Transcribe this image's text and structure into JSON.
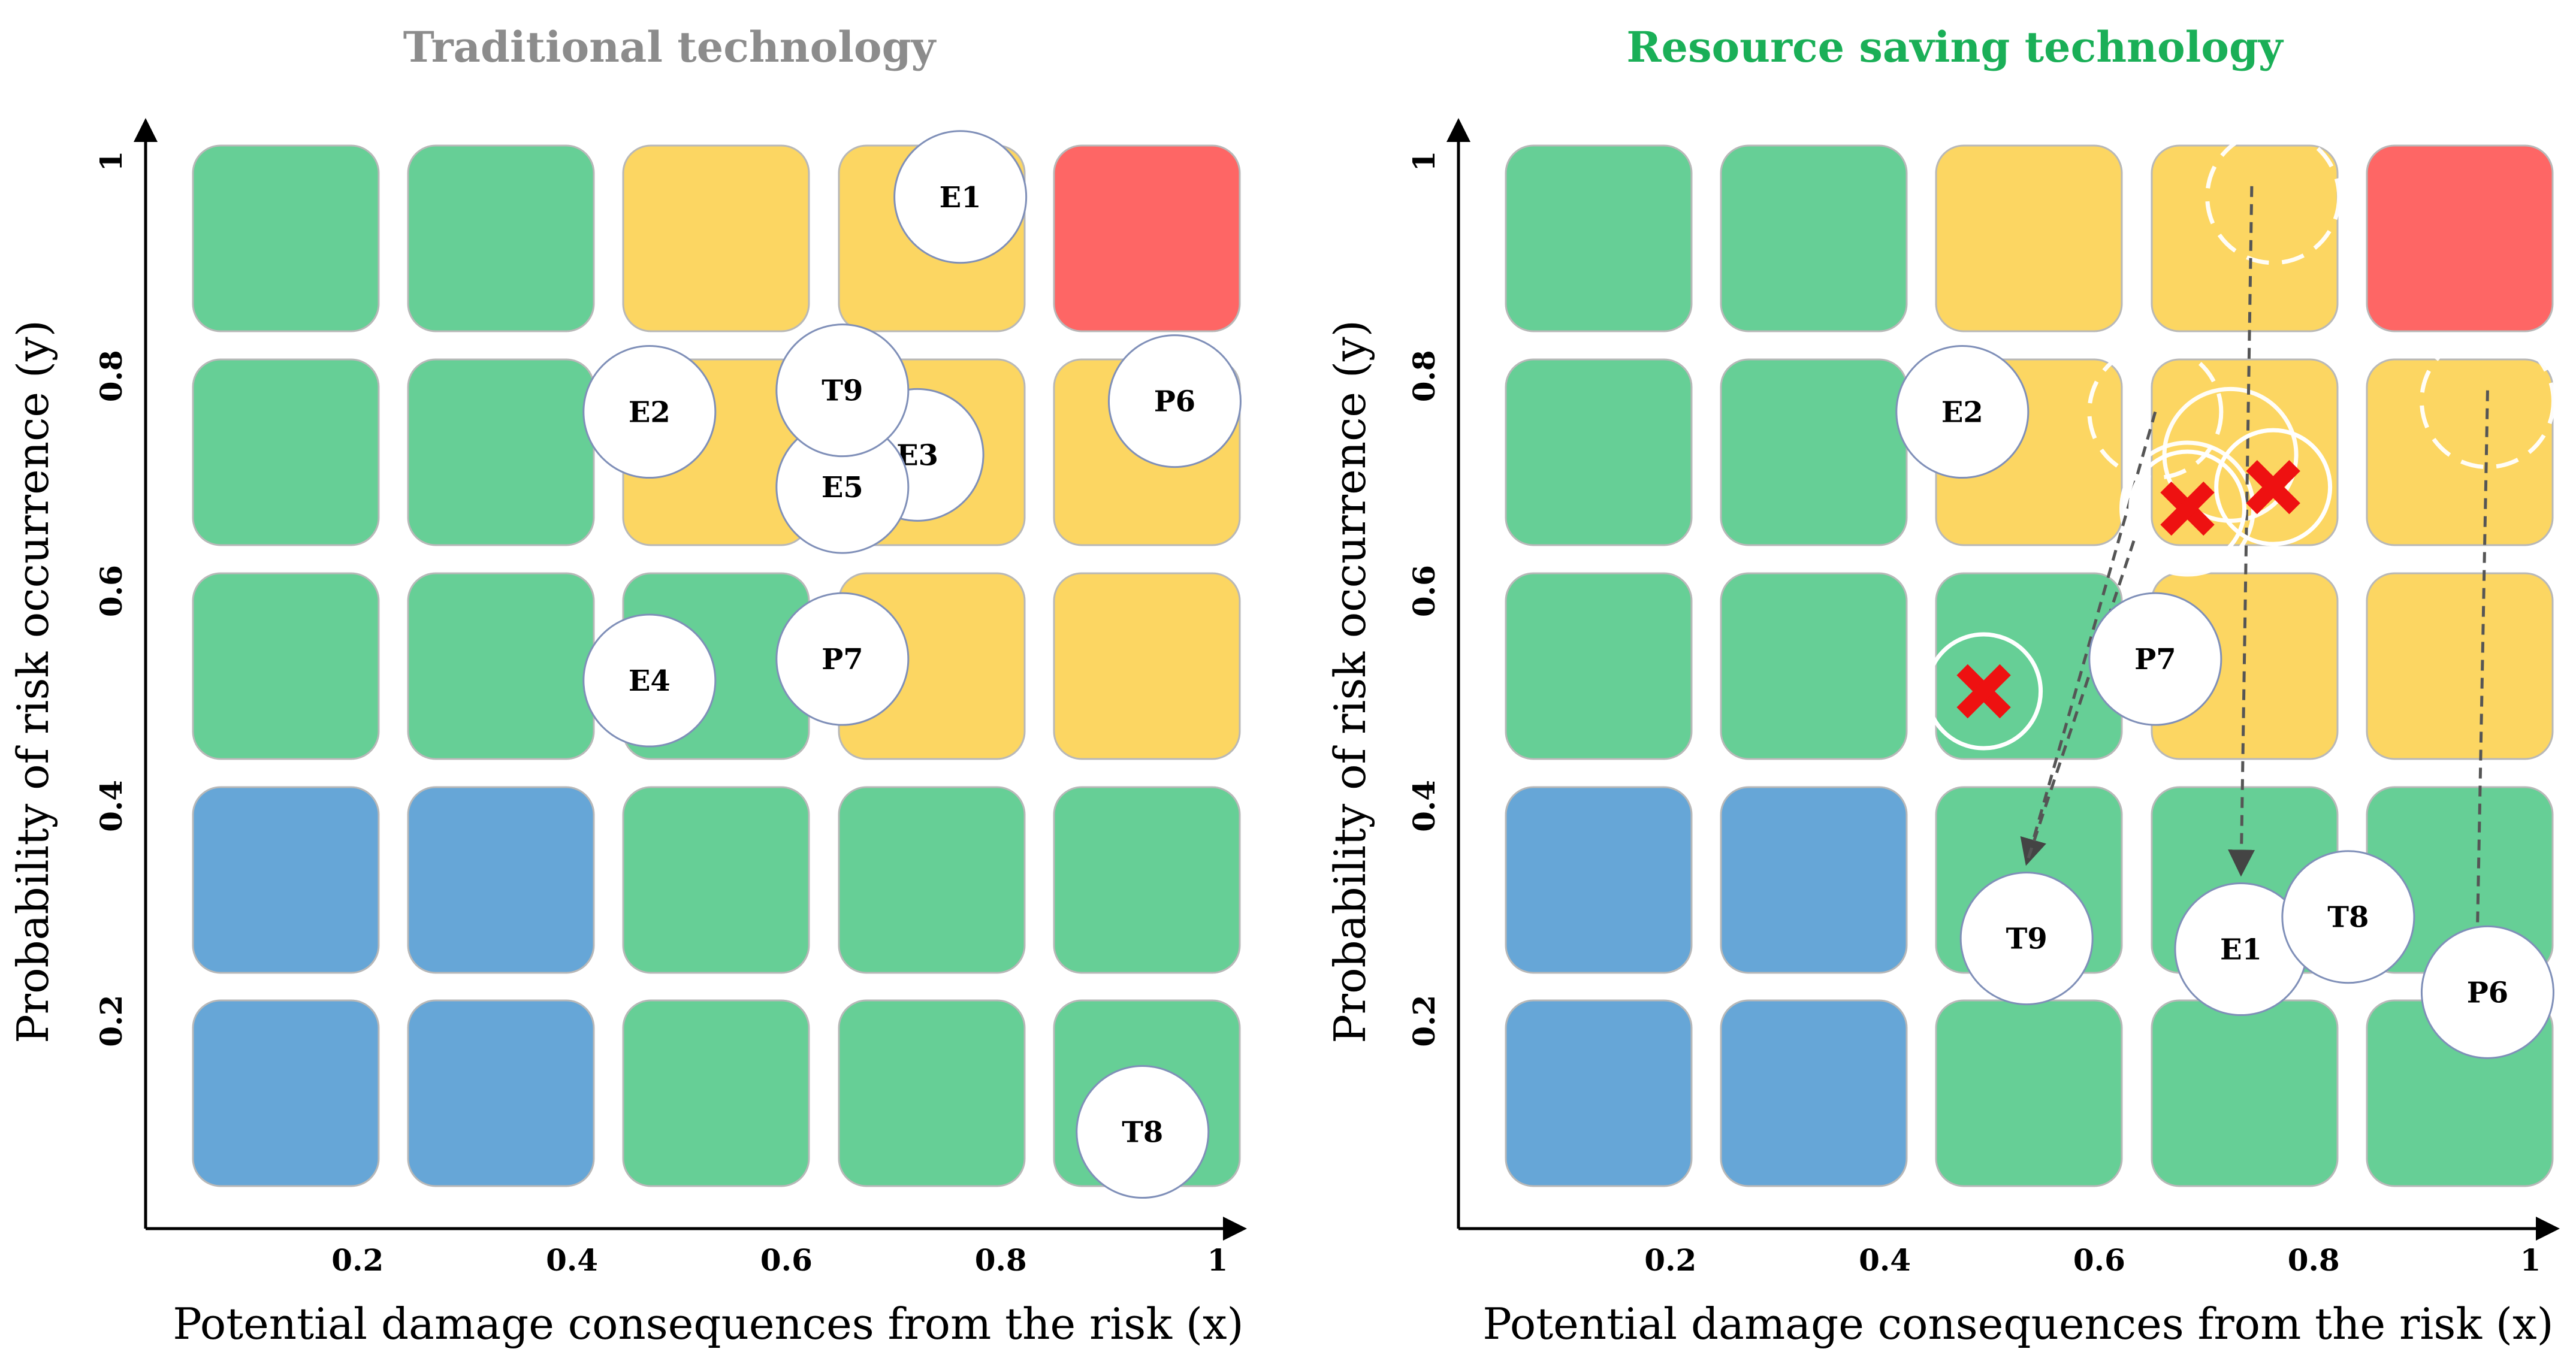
{
  "colors": {
    "green": "#66CF96",
    "yellow": "#FCD662",
    "red": "#FE6665",
    "blue": "#66A6D7",
    "cell_border": "#b8b8b8",
    "axis": "#000000",
    "title_traditional": "#8c8c8c",
    "title_resource": "#1aaf57",
    "marker_border": "#7f8fb8",
    "cross": "#ee1111",
    "arrow": "#555555"
  },
  "grid": {
    "rows_top_to_bottom": [
      [
        "green",
        "green",
        "yellow",
        "yellow",
        "red"
      ],
      [
        "green",
        "green",
        "yellow",
        "yellow",
        "yellow"
      ],
      [
        "green",
        "green",
        "green",
        "yellow",
        "yellow"
      ],
      [
        "blue",
        "blue",
        "green",
        "green",
        "green"
      ],
      [
        "blue",
        "blue",
        "green",
        "green",
        "green"
      ]
    ]
  },
  "panels": [
    {
      "id": "traditional",
      "title": "Traditional technology",
      "title_color": "title_traditional",
      "xlabel": "Potential damage consequences from the risk (x)",
      "ylabel": "Probability of risk occurrence (y)",
      "xticks": [
        "0.2",
        "0.4",
        "0.6",
        "0.8",
        "1"
      ],
      "yticks": [
        "0.2",
        "0.4",
        "0.6",
        "0.8",
        "1"
      ],
      "risks": [
        {
          "label": "E1",
          "x": 0.76,
          "y": 0.96
        },
        {
          "label": "P6",
          "x": 0.96,
          "y": 0.77
        },
        {
          "label": "E2",
          "x": 0.47,
          "y": 0.76
        },
        {
          "label": "E3",
          "x": 0.72,
          "y": 0.72
        },
        {
          "label": "E5",
          "x": 0.65,
          "y": 0.69
        },
        {
          "label": "T9",
          "x": 0.65,
          "y": 0.78
        },
        {
          "label": "P7",
          "x": 0.65,
          "y": 0.53
        },
        {
          "label": "E4",
          "x": 0.47,
          "y": 0.51
        },
        {
          "label": "T8",
          "x": 0.93,
          "y": 0.09
        }
      ]
    },
    {
      "id": "resource",
      "title": "Resource saving technology",
      "title_color": "title_resource",
      "xlabel": "Potential damage consequences from the risk (x)",
      "ylabel": "Probability of risk occurrence (y)",
      "xticks": [
        "0.2",
        "0.4",
        "0.6",
        "0.8",
        "1"
      ],
      "yticks": [
        "0.2",
        "0.4",
        "0.6",
        "0.8",
        "1"
      ],
      "risks": [
        {
          "label": "E2",
          "x": 0.47,
          "y": 0.76
        },
        {
          "label": "P7",
          "x": 0.65,
          "y": 0.53
        },
        {
          "label": "T9",
          "x": 0.53,
          "y": 0.27
        },
        {
          "label": "E1",
          "x": 0.73,
          "y": 0.26
        },
        {
          "label": "T8",
          "x": 0.83,
          "y": 0.29
        },
        {
          "label": "P6",
          "x": 0.96,
          "y": 0.22
        }
      ],
      "removed": [
        {
          "x": 0.49,
          "y": 0.5
        },
        {
          "x": 0.68,
          "y": 0.67
        },
        {
          "x": 0.76,
          "y": 0.69
        }
      ],
      "ghosts": [
        {
          "x": 0.76,
          "y": 0.96
        },
        {
          "x": 0.65,
          "y": 0.76
        },
        {
          "x": 0.96,
          "y": 0.77
        },
        {
          "x": 0.72,
          "y": 0.72
        },
        {
          "x": 0.68,
          "y": 0.67
        }
      ],
      "moves": [
        {
          "from": [
            0.74,
            0.97
          ],
          "to": [
            0.73,
            0.33
          ]
        },
        {
          "from": [
            0.65,
            0.76
          ],
          "to": [
            0.53,
            0.34
          ]
        },
        {
          "from": [
            0.96,
            0.78
          ],
          "to": [
            0.95,
            0.25
          ]
        }
      ]
    }
  ]
}
